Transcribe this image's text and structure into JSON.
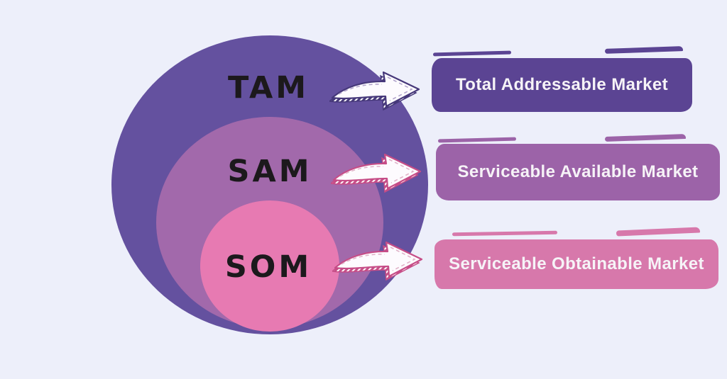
{
  "page": {
    "background_color": "#edeffa",
    "description_type": "TAM SAM SOM market sizing diagram"
  },
  "diagram": {
    "type": "concentric-circles",
    "label_text_color": "#1c191c",
    "banner_text_color": "#f6f3f7",
    "rings": [
      {
        "label": "TAM",
        "full_name": "Total Addressable Market",
        "circle_color": "#64519f",
        "banner_color": "#5b4493",
        "arrow_outline_color": "#46387a"
      },
      {
        "label": "SAM",
        "full_name": "Serviceable Available Market",
        "circle_color": "#a269ab",
        "banner_color": "#9c63a8",
        "arrow_outline_color": "#c64d87"
      },
      {
        "label": "SOM",
        "full_name": "Serviceable Obtainable Market",
        "circle_color": "#e77ab2",
        "banner_color": "#d778ab",
        "arrow_outline_color": "#c64d87"
      }
    ]
  }
}
